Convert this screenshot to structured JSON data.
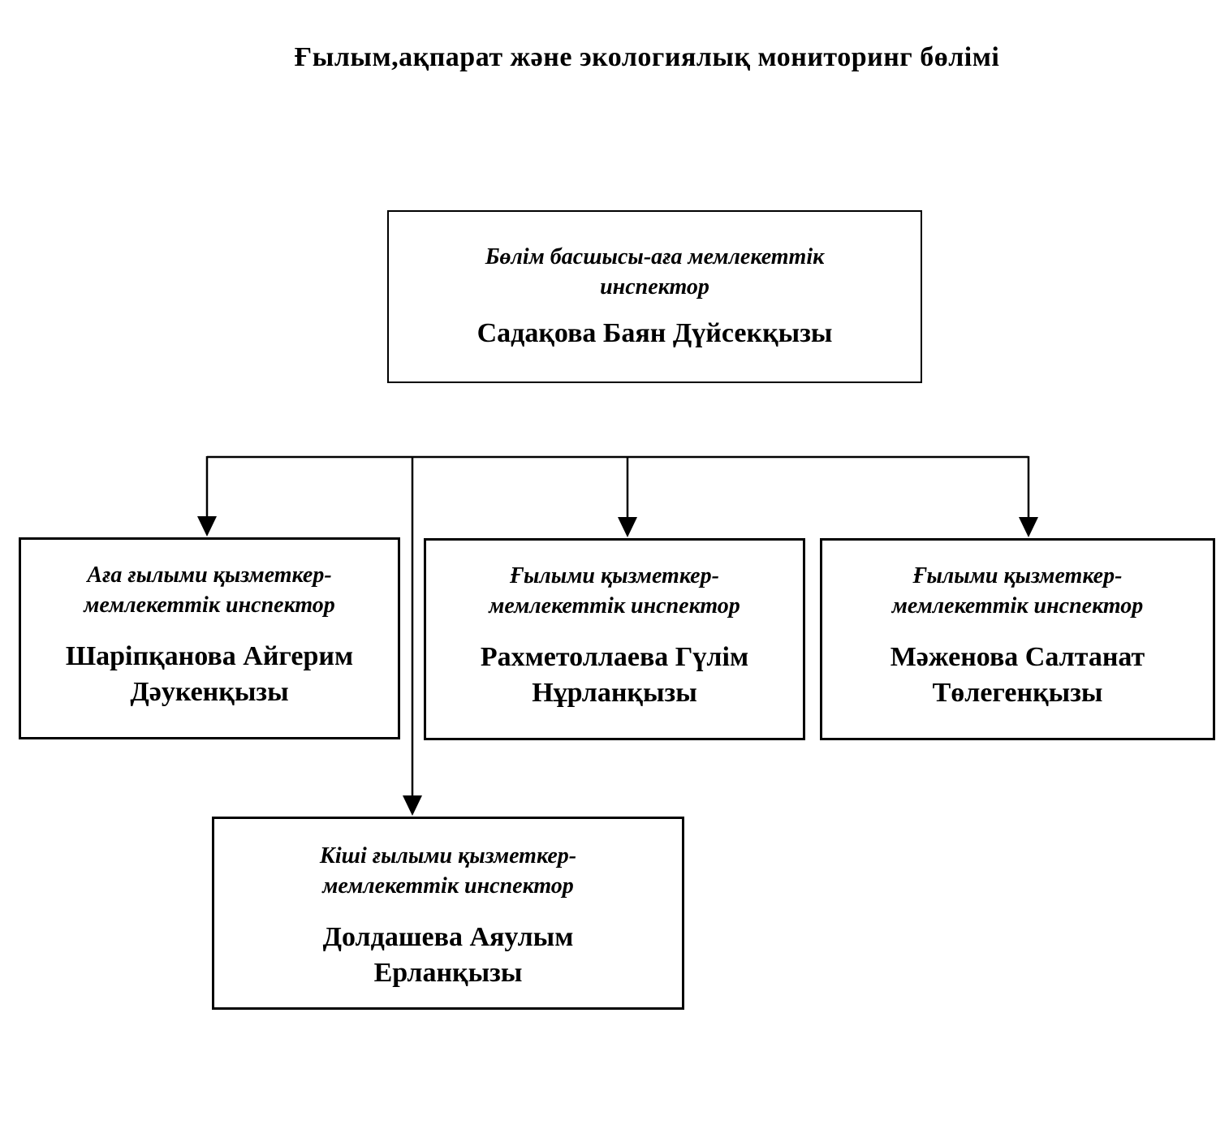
{
  "title": "Ғылым,ақпарат және экологиялық мониторинг бөлімі",
  "org": {
    "head": {
      "role_lines": [
        "Бөлім басшысы-аға мемлекеттік",
        "инспектор"
      ],
      "name_lines": [
        "Садақова Баян Дүйсекқызы"
      ]
    },
    "staff": [
      {
        "role_lines": [
          "Аға ғылыми қызметкер-",
          "мемлекеттік инспектор"
        ],
        "name_lines": [
          "Шаріпқанова Айгерим",
          "Дәукенқызы"
        ]
      },
      {
        "role_lines": [
          "Ғылыми қызметкер-",
          "мемлекеттік инспектор"
        ],
        "name_lines": [
          "Рахметоллаева Гүлім",
          "Нұрланқызы"
        ]
      },
      {
        "role_lines": [
          "Ғылыми қызметкер-",
          "мемлекеттік инспектор"
        ],
        "name_lines": [
          "Мәженова Салтанат",
          "Төлегенқызы"
        ]
      }
    ],
    "junior": {
      "role_lines": [
        "Кіші ғылыми қызметкер-",
        "мемлекеттік инспектор"
      ],
      "name_lines": [
        "Долдашева Аяулым",
        "Ерланқызы"
      ]
    }
  },
  "colors": {
    "background": "#ffffff",
    "line": "#000000",
    "border": "#000000",
    "text": "#000000"
  }
}
